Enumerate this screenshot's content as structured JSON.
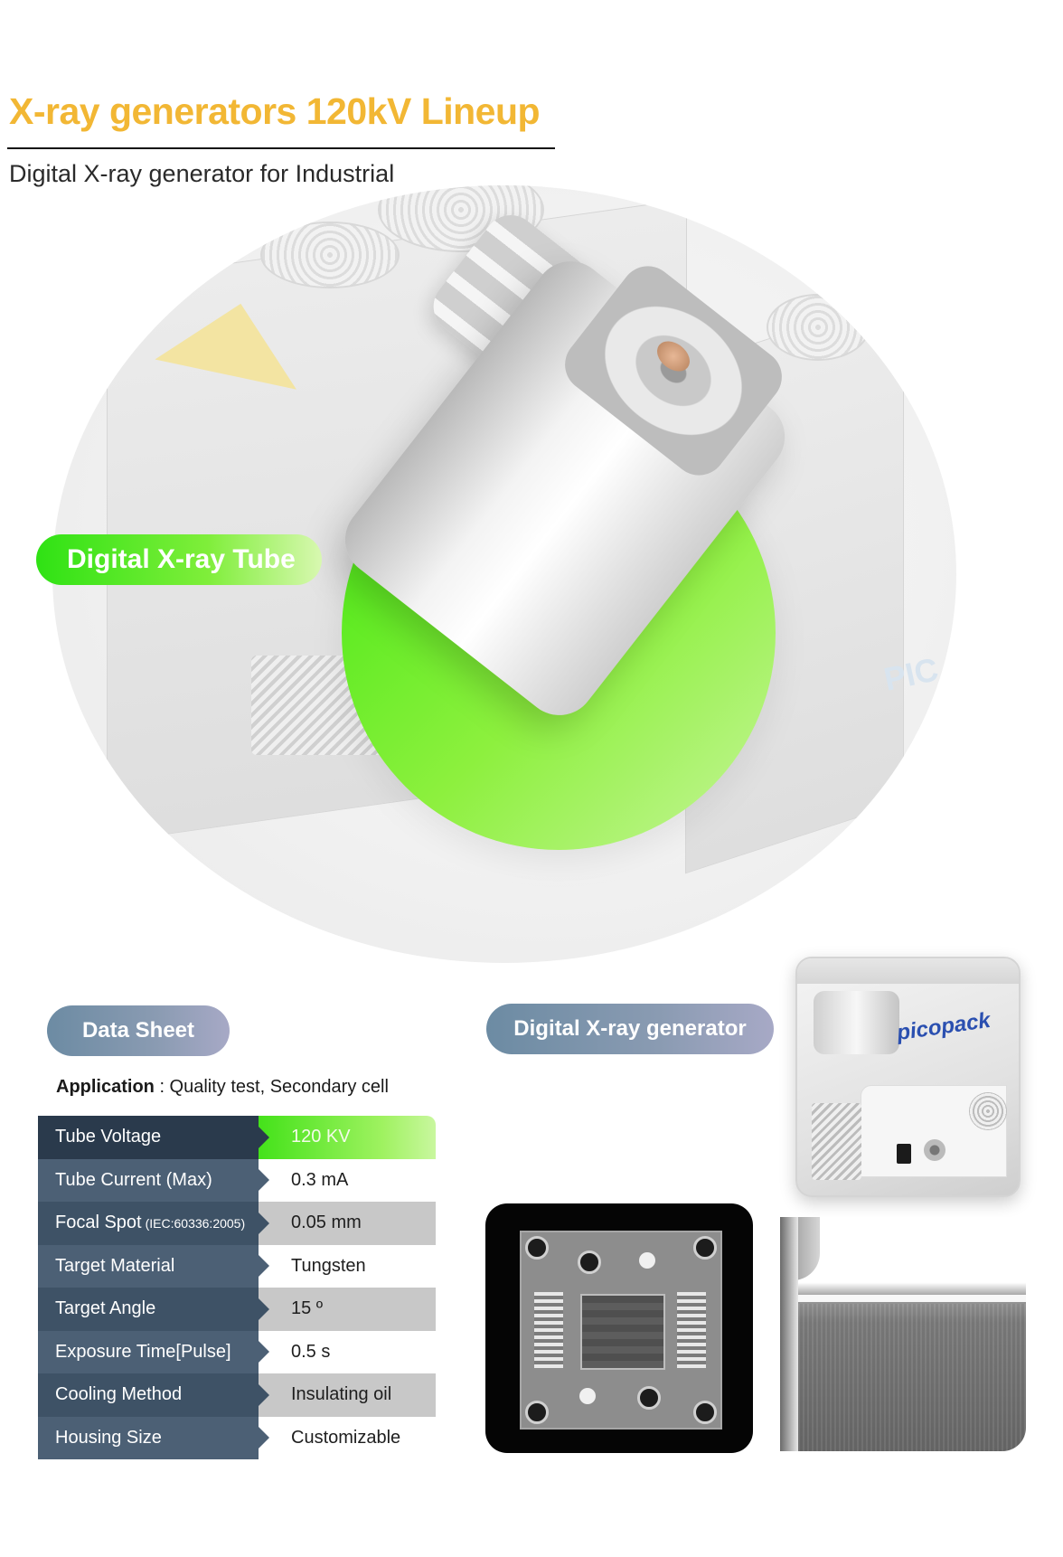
{
  "header": {
    "title": "X-ray generators 120kV Lineup",
    "subtitle": "Digital X-ray generator for Industrial"
  },
  "hero": {
    "tube_label": "Digital X-ray Tube",
    "watermark": "PIC"
  },
  "datasheet": {
    "pill_label": "Data Sheet",
    "application_label": "Application",
    "application_value": " : Quality test, Secondary cell",
    "rows": [
      {
        "label": "Tube Voltage",
        "note": "",
        "value": "120 KV"
      },
      {
        "label": "Tube Current (Max)",
        "note": "",
        "value": "0.3 mA"
      },
      {
        "label": "Focal Spot",
        "note": "(IEC:60336:2005)",
        "value": "0.05 mm"
      },
      {
        "label": "Target Material",
        "note": "",
        "value": "Tungsten"
      },
      {
        "label": "Target Angle",
        "note": "",
        "value": "15 º"
      },
      {
        "label": "Exposure Time[Pulse]",
        "note": "",
        "value": "0.5 s"
      },
      {
        "label": "Cooling Method",
        "note": "",
        "value": "Insulating oil"
      },
      {
        "label": "Housing Size",
        "note": "",
        "value": "Customizable"
      }
    ]
  },
  "generator": {
    "pill_label": "Digital X-ray generator",
    "brand": "picopack"
  },
  "colors": {
    "title": "#f2b734",
    "green": "#44e21a",
    "label_dark": "#2a3a4c",
    "label": "#3e5266",
    "pill": "#7a94ab"
  }
}
